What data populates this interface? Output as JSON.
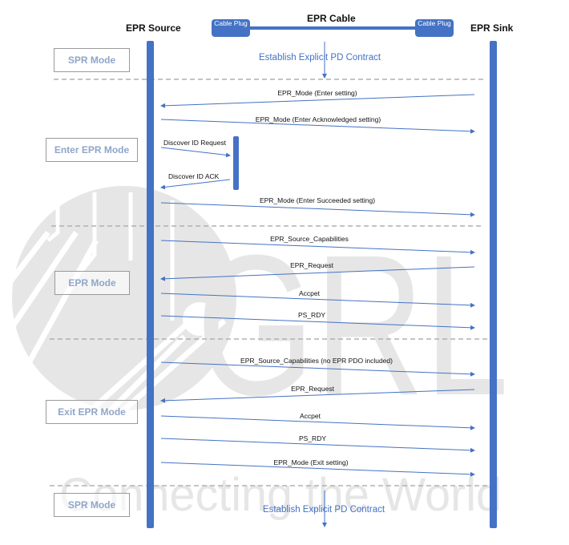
{
  "header": {
    "source_title": "EPR Source",
    "cable_title": "EPR Cable",
    "sink_title": "EPR Sink",
    "left_plug": "Cable Plug",
    "right_plug": "Cable Plug"
  },
  "contracts": {
    "top": "Establish Explicit PD Contract",
    "bottom": "Establish Explicit PD Contract"
  },
  "modes": [
    {
      "label": "SPR Mode"
    },
    {
      "label": "Enter EPR Mode"
    },
    {
      "label": "EPR Mode"
    },
    {
      "label": "Exit EPR Mode"
    },
    {
      "label": "SPR Mode"
    }
  ],
  "messages": [
    {
      "label": "EPR_Mode (Enter setting)",
      "direction": "sink-to-source"
    },
    {
      "label": "EPR_Mode (Enter Acknowledged setting)",
      "direction": "source-to-sink"
    },
    {
      "label": "Discover ID Request",
      "direction": "source-to-cable"
    },
    {
      "label": "Discover ID ACK",
      "direction": "cable-to-source"
    },
    {
      "label": "EPR_Mode (Enter Succeeded setting)",
      "direction": "source-to-sink"
    },
    {
      "label": "EPR_Source_Capabilities",
      "direction": "source-to-sink"
    },
    {
      "label": "EPR_Request",
      "direction": "sink-to-source"
    },
    {
      "label": "Accpet",
      "direction": "source-to-sink"
    },
    {
      "label": "PS_RDY",
      "direction": "source-to-sink"
    },
    {
      "label": "EPR_Source_Capabilities (no EPR PDO included)",
      "direction": "source-to-sink"
    },
    {
      "label": "EPR_Request",
      "direction": "sink-to-source"
    },
    {
      "label": "Accpet",
      "direction": "source-to-sink"
    },
    {
      "label": "PS_RDY",
      "direction": "source-to-sink"
    },
    {
      "label": "EPR_Mode (Exit setting)",
      "direction": "source-to-sink"
    }
  ],
  "watermark": {
    "logo_text": "GRL",
    "tagline": "Connecting the World"
  },
  "colors": {
    "lifeline": "#4472c4",
    "arrow": "#4472c4",
    "mode_text": "#8fa6c8",
    "watermark": "#e6e6e6",
    "divider": "#b0b0b0"
  }
}
